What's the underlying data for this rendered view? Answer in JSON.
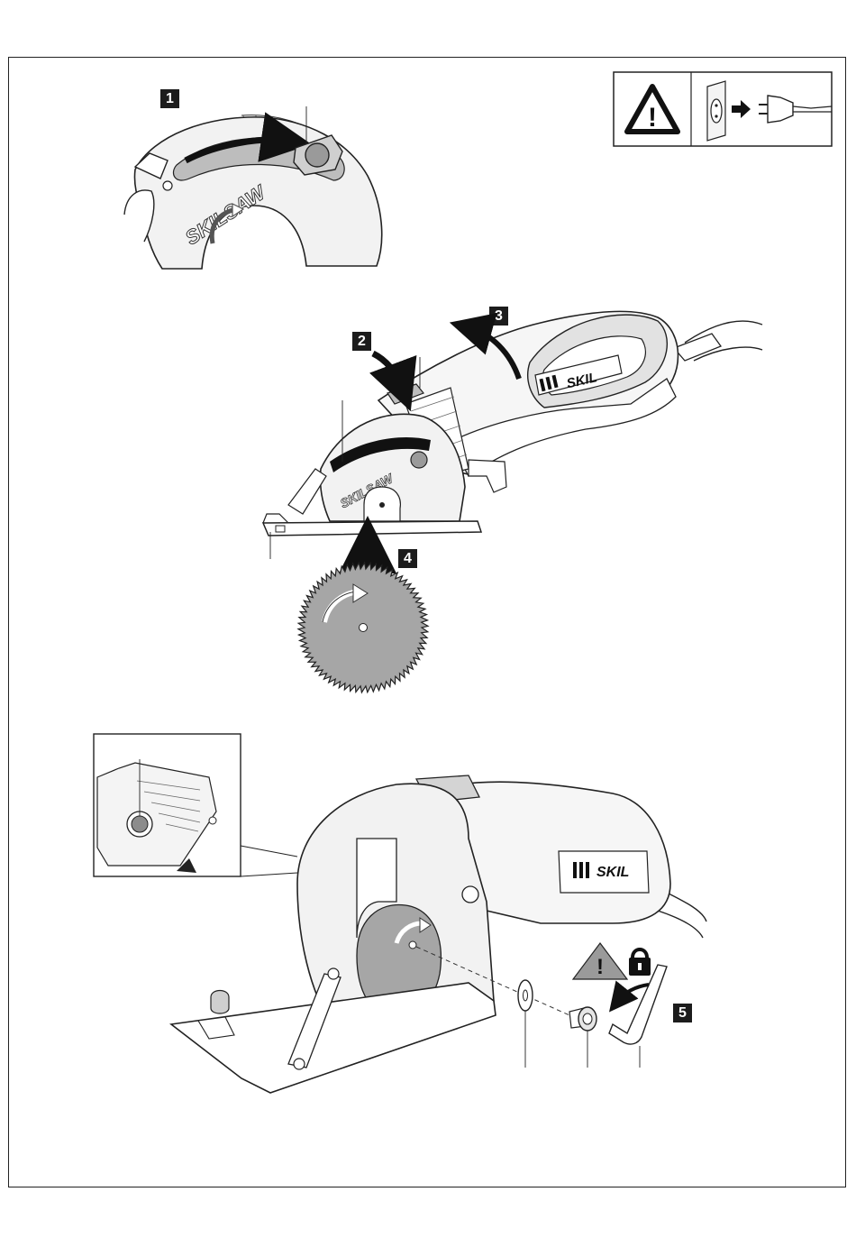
{
  "steps": {
    "step1": "1",
    "step2": "2",
    "step3": "3",
    "step4": "4",
    "step5_inset": "5",
    "step5_main": "5"
  },
  "brand": {
    "guard_text": "SKILSAW",
    "housing_logo": "SKIL"
  },
  "warning": {
    "exclamation": "!",
    "icons": [
      "warning-triangle-icon",
      "wall-socket-icon",
      "unplug-arrow-icon",
      "plug-icon"
    ]
  },
  "lock_warning": {
    "exclamation": "!",
    "icons": [
      "warning-triangle-icon",
      "padlock-icon"
    ]
  },
  "colors": {
    "badge": "#1c1c1c",
    "line": "#222222",
    "blade_fill": "#a6a6a6",
    "guard_fill": "#f2f2f2"
  }
}
